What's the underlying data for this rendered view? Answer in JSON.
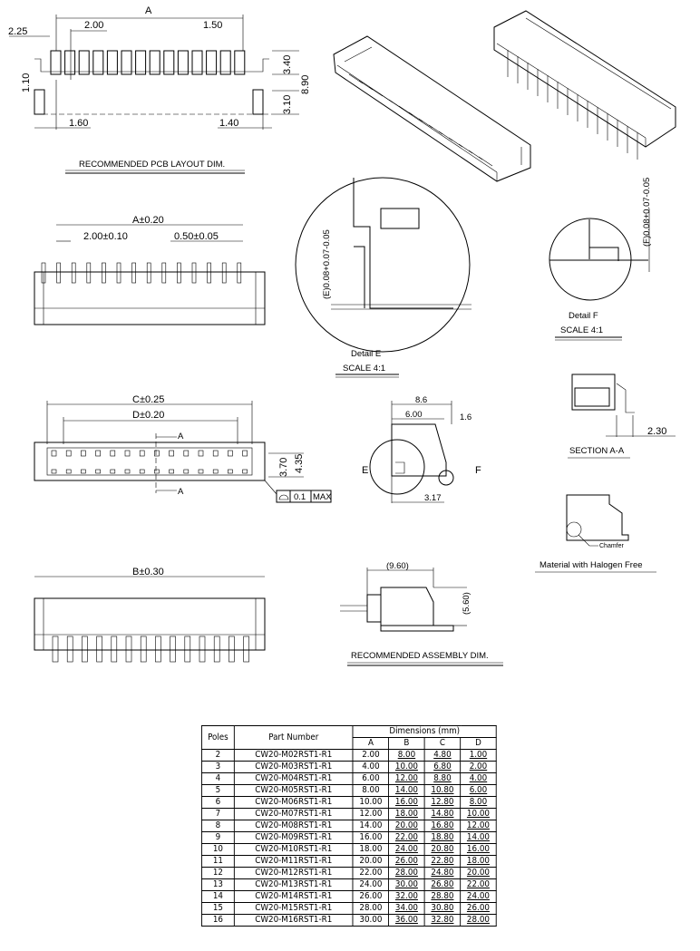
{
  "pcb_layout": {
    "title": "RECOMMENDED PCB LAYOUT DIM.",
    "dims": {
      "a": "A",
      "pitch": "2.00",
      "pad_w": "1.50",
      "offset": "2.25",
      "h110": "1.10",
      "h340": "3.40",
      "h890": "8.90",
      "h310": "3.10",
      "w160": "1.60",
      "w140": "1.40"
    }
  },
  "side_view": {
    "a": "A±0.20",
    "pitch": "2.00±0.10",
    "pin": "0.50±0.05"
  },
  "detail_e": {
    "tol": "(E)0.08+0.07-0.05",
    "title": "Detail E",
    "scale": "SCALE 4:1"
  },
  "detail_f": {
    "tol": "(F)0.08+0.07-0.05",
    "title": "Detail F",
    "scale": "SCALE 4:1"
  },
  "top_view": {
    "c": "C±0.25",
    "d": "D±0.20",
    "sec_a1": "A",
    "sec_a2": "A",
    "h370": "3.70",
    "h435": "4.35",
    "flat_val": "0.1",
    "flat_max": "MAX"
  },
  "profile_view": {
    "w86": "8.6",
    "w600": "6.00",
    "w16": "1.6",
    "e": "E",
    "f": "F",
    "w317": "3.17"
  },
  "section_aa": {
    "title": "SECTION A-A",
    "dim": "2.30"
  },
  "chamfer": {
    "label": "Chamfer",
    "note": "Material with Halogen Free"
  },
  "bottom_view": {
    "b": "B±0.30"
  },
  "assembly": {
    "w": "(9.60)",
    "h": "(5.60)",
    "title": "RECOMMENDED ASSEMBLY DIM."
  },
  "table": {
    "headers": {
      "poles": "Poles",
      "part": "Part Number",
      "dims": "Dimensions (mm)",
      "a": "A",
      "b": "B",
      "c": "C",
      "d": "D"
    },
    "rows": [
      [
        "2",
        "CW20-M02RST1-R1",
        "2.00",
        "8.00",
        "4.80",
        "1.00"
      ],
      [
        "3",
        "CW20-M03RST1-R1",
        "4.00",
        "10.00",
        "6.80",
        "2.00"
      ],
      [
        "4",
        "CW20-M04RST1-R1",
        "6.00",
        "12.00",
        "8.80",
        "4.00"
      ],
      [
        "5",
        "CW20-M05RST1-R1",
        "8.00",
        "14.00",
        "10.80",
        "6.00"
      ],
      [
        "6",
        "CW20-M06RST1-R1",
        "10.00",
        "16.00",
        "12.80",
        "8.00"
      ],
      [
        "7",
        "CW20-M07RST1-R1",
        "12.00",
        "18.00",
        "14.80",
        "10.00"
      ],
      [
        "8",
        "CW20-M08RST1-R1",
        "14.00",
        "20.00",
        "16.80",
        "12.00"
      ],
      [
        "9",
        "CW20-M09RST1-R1",
        "16.00",
        "22.00",
        "18.80",
        "14.00"
      ],
      [
        "10",
        "CW20-M10RST1-R1",
        "18.00",
        "24.00",
        "20.80",
        "16.00"
      ],
      [
        "11",
        "CW20-M11RST1-R1",
        "20.00",
        "26.00",
        "22.80",
        "18.00"
      ],
      [
        "12",
        "CW20-M12RST1-R1",
        "22.00",
        "28.00",
        "24.80",
        "20.00"
      ],
      [
        "13",
        "CW20-M13RST1-R1",
        "24.00",
        "30.00",
        "26.80",
        "22.00"
      ],
      [
        "14",
        "CW20-M14RST1-R1",
        "26.00",
        "32.00",
        "28.80",
        "24.00"
      ],
      [
        "15",
        "CW20-M15RST1-R1",
        "28.00",
        "34.00",
        "30.80",
        "26.00"
      ],
      [
        "16",
        "CW20-M16RST1-R1",
        "30.00",
        "36.00",
        "32.80",
        "28.00"
      ]
    ]
  }
}
